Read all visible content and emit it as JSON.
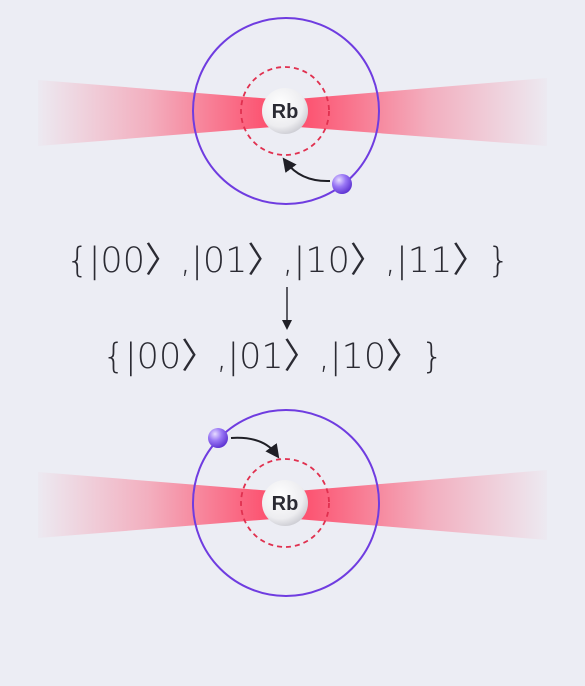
{
  "diagram": {
    "colors": {
      "background": "#ecedf4",
      "laser": "#ff3b5c",
      "orbit": "#6f3ce0",
      "dashed_ring": "#e0304f",
      "electron": "#8f6af0",
      "arrow": "#1f1f26",
      "text": "#2b2b33"
    },
    "atoms": [
      {
        "label": "Rb",
        "electron_motion": "inward"
      },
      {
        "label": "Rb",
        "electron_motion": "inward"
      }
    ],
    "state_sets": {
      "before": "{|00〉,|01〉,|10〉,|11〉}",
      "after": "{|00〉,|01〉,|10〉}"
    },
    "icons": [
      "electron-sphere",
      "curved-arrow",
      "down-arrow"
    ]
  }
}
